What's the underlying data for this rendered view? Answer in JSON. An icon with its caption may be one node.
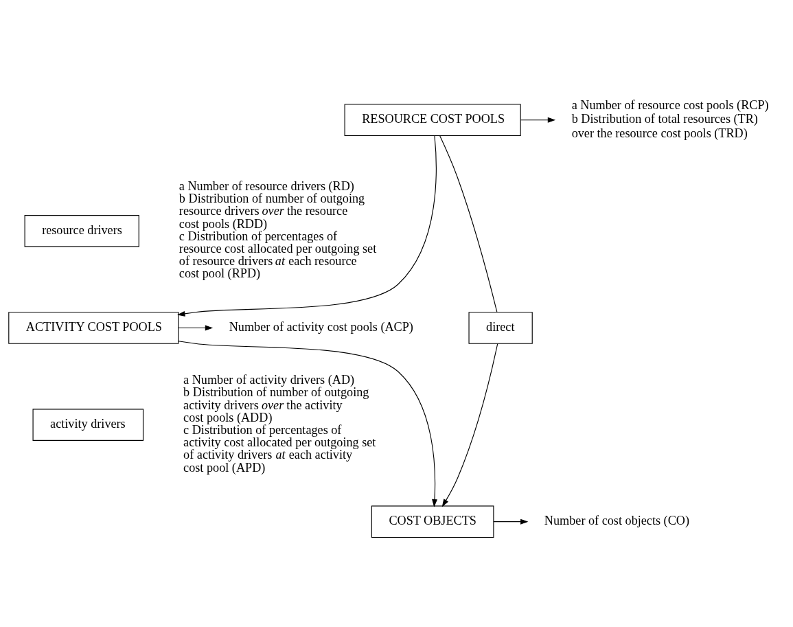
{
  "diagram": {
    "nodes": [
      {
        "text": [
          "RESOURCE COST POOLS"
        ]
      },
      {
        "text": [
          "a Number of resource cost pools (RCP)",
          "b Distribution of total resources (TR) over the resource cost pools (TRD)"
        ]
      },
      {
        "text": [
          "resource drivers"
        ]
      },
      {
        "text": [
          "direct"
        ]
      },
      {
        "text": [
          "ACTIVITY COST POOLS"
        ]
      },
      {
        "text": [
          "Number of activity cost pools (ACP)"
        ]
      },
      {
        "text": [
          "activity drivers"
        ]
      },
      {
        "text": [
          "COST OBJECTS"
        ]
      },
      {
        "text": [
          "Number of cost objects (CO)"
        ]
      }
    ],
    "edges": [
      {
        "from": 0,
        "to": 1,
        "arrow": "to"
      },
      {
        "from": 0,
        "to": 4,
        "arrow": "to"
      },
      {
        "from": 0,
        "to": 3,
        "arrow": "none"
      },
      {
        "from": 3,
        "to": 7,
        "arrow": "to"
      },
      {
        "from": 4,
        "to": 5,
        "arrow": "to"
      },
      {
        "from": 4,
        "to": 7,
        "arrow": "to"
      },
      {
        "from": 7,
        "to": 8,
        "arrow": "to"
      }
    ],
    "labels": [
      "a Number of resource drivers (RD)",
      "b Distribution of number of outgoing resource drivers *over* the resource cost pools (RDD)",
      "c Distribution of percentages of resource cost allocated per outgoing set of resource drivers *at* each resource cost pool (RPD)",
      "a Number of activity drivers (AD)",
      "b Distribution of number of outgoing activity drivers *over* the activity cost pools (ADD)",
      "c Distribution of percentages of activity cost allocated per outgoing set of activity drivers *at* each activity cost pool (APD)"
    ]
  }
}
